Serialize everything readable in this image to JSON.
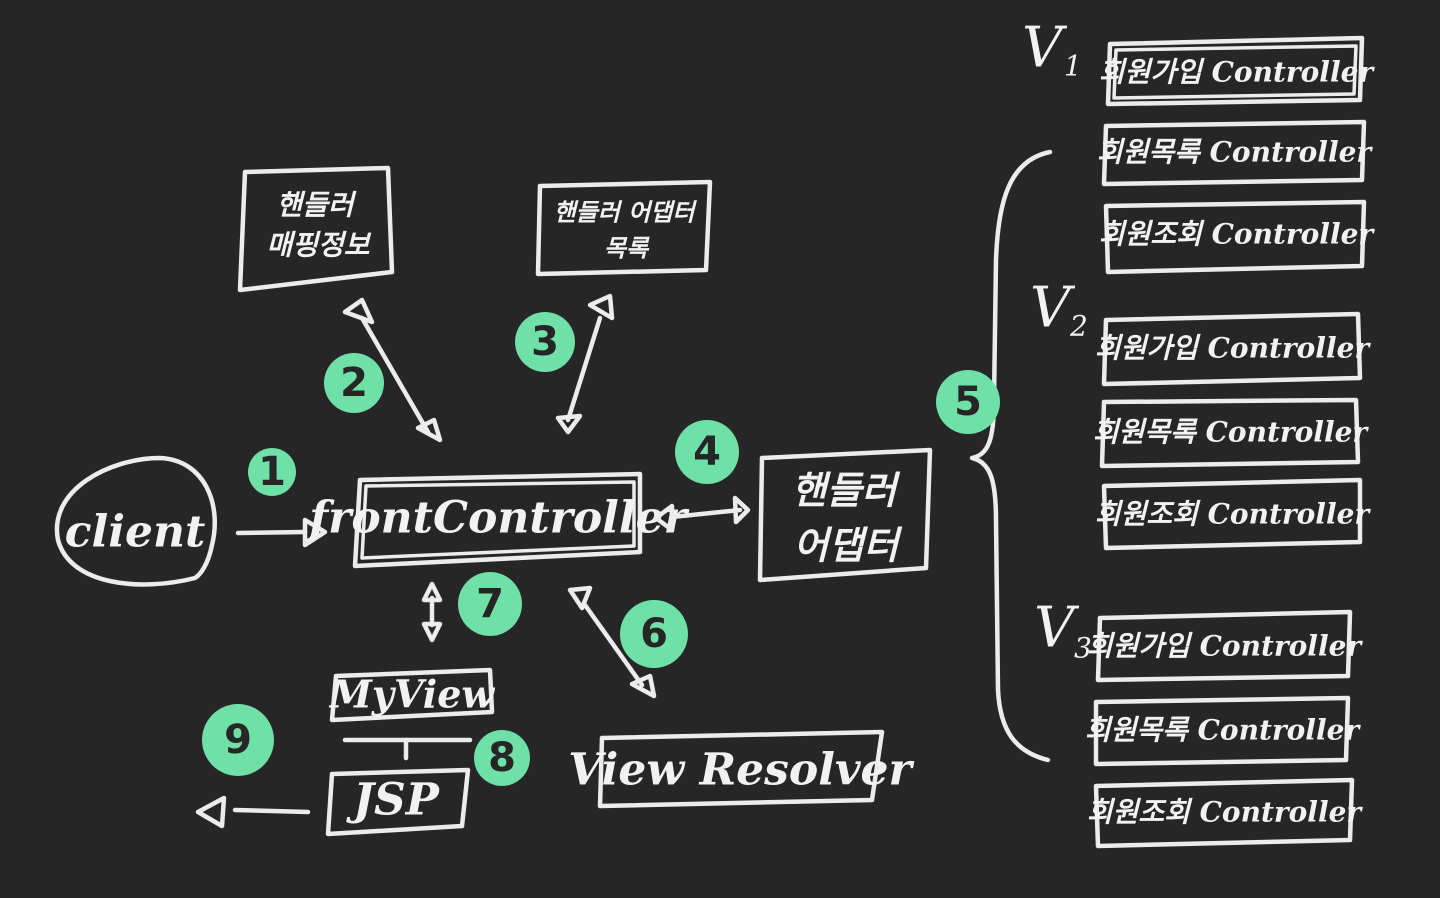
{
  "nodes": {
    "client": "client",
    "front_controller": "frontController",
    "handler_mapping": [
      "핸들러",
      "매핑정보"
    ],
    "handler_adapter_list": [
      "핸들러 어댑터",
      "목록"
    ],
    "handler_adapter": [
      "핸들러",
      "어댑터"
    ],
    "my_view": "MyView",
    "jsp": "JSP",
    "view_resolver": "View Resolver"
  },
  "steps": [
    "1",
    "2",
    "3",
    "4",
    "5",
    "6",
    "7",
    "8",
    "9"
  ],
  "versions": [
    {
      "label": "V",
      "sub": "1",
      "controllers": [
        "회원가입 Controller",
        "회원목록 Controller",
        "회원조회 Controller"
      ]
    },
    {
      "label": "V",
      "sub": "2",
      "controllers": [
        "회원가입 Controller",
        "회원목록 Controller",
        "회원조회 Controller"
      ]
    },
    {
      "label": "V",
      "sub": "3",
      "controllers": [
        "회원가입 Controller",
        "회원목록 Controller",
        "회원조회 Controller"
      ]
    }
  ],
  "colors": {
    "background": "#262626",
    "ink": "#ececec",
    "badge": "#6fe0a6"
  }
}
